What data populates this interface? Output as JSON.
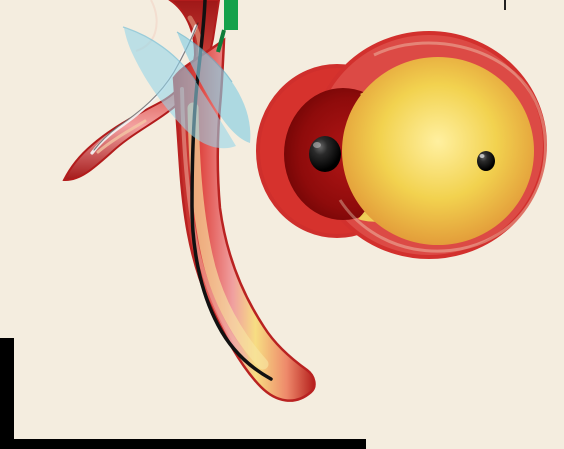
{
  "figure": {
    "title": "",
    "colors": {
      "background": "#f4eddf",
      "vessel_outer": "#c92e2a",
      "vessel_wall": "#e9726c",
      "vessel_lumen": "#e8d26d",
      "thrombus_dark_red": "#a80f12",
      "plaque_yellow": "#f2de60",
      "catheter": "#111111",
      "cut_plane": "#8fd2e6",
      "guidewire_green": "#0fa34a"
    },
    "elements": [
      {
        "name": "branching-vessel",
        "label": ""
      },
      {
        "name": "catheter-guidewire",
        "label": ""
      },
      {
        "name": "cross-section-plane",
        "label": ""
      },
      {
        "name": "vessel-cross-section",
        "label": ""
      }
    ]
  }
}
